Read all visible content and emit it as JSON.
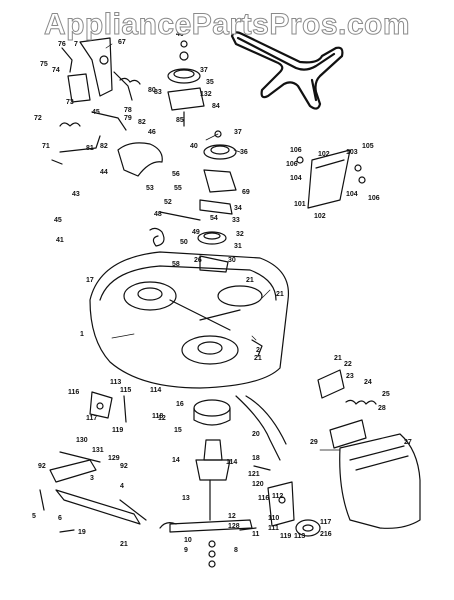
{
  "watermark": "AppliancePartsPros.com",
  "callouts": [
    {
      "id": "c76",
      "t": "76"
    },
    {
      "id": "c7",
      "t": "7"
    },
    {
      "id": "c67",
      "t": "67"
    },
    {
      "id": "c75",
      "t": "75"
    },
    {
      "id": "c74",
      "t": "74"
    },
    {
      "id": "c73",
      "t": "73"
    },
    {
      "id": "c80",
      "t": "80"
    },
    {
      "id": "c78",
      "t": "78"
    },
    {
      "id": "c79",
      "t": "79"
    },
    {
      "id": "c82",
      "t": "82"
    },
    {
      "id": "c72",
      "t": "72"
    },
    {
      "id": "c45a",
      "t": "45"
    },
    {
      "id": "c81",
      "t": "81"
    },
    {
      "id": "c82b",
      "t": "82"
    },
    {
      "id": "c71",
      "t": "71"
    },
    {
      "id": "c46",
      "t": "46"
    },
    {
      "id": "c44",
      "t": "44"
    },
    {
      "id": "c43",
      "t": "43"
    },
    {
      "id": "c45b",
      "t": "45"
    },
    {
      "id": "c41",
      "t": "41"
    },
    {
      "id": "c40a",
      "t": "40"
    },
    {
      "id": "c37a",
      "t": "37"
    },
    {
      "id": "c35",
      "t": "35"
    },
    {
      "id": "c83",
      "t": "83"
    },
    {
      "id": "c132",
      "t": "132"
    },
    {
      "id": "c84",
      "t": "84"
    },
    {
      "id": "c85",
      "t": "85"
    },
    {
      "id": "c37b",
      "t": "37"
    },
    {
      "id": "c40b",
      "t": "40"
    },
    {
      "id": "c36",
      "t": "36"
    },
    {
      "id": "c56",
      "t": "56"
    },
    {
      "id": "c55",
      "t": "55"
    },
    {
      "id": "c69",
      "t": "69"
    },
    {
      "id": "c53",
      "t": "53"
    },
    {
      "id": "c52",
      "t": "52"
    },
    {
      "id": "c34",
      "t": "34"
    },
    {
      "id": "c48",
      "t": "48"
    },
    {
      "id": "c54",
      "t": "54"
    },
    {
      "id": "c33",
      "t": "33"
    },
    {
      "id": "c49",
      "t": "49"
    },
    {
      "id": "c32",
      "t": "32"
    },
    {
      "id": "c50",
      "t": "50"
    },
    {
      "id": "c31",
      "t": "31"
    },
    {
      "id": "c58",
      "t": "58"
    },
    {
      "id": "c26",
      "t": "26"
    },
    {
      "id": "c30",
      "t": "30"
    },
    {
      "id": "c17",
      "t": "17"
    },
    {
      "id": "c21a",
      "t": "21"
    },
    {
      "id": "c21b",
      "t": "21"
    },
    {
      "id": "c1",
      "t": "1"
    },
    {
      "id": "c2",
      "t": "2"
    },
    {
      "id": "c21c",
      "t": "21"
    },
    {
      "id": "c106a",
      "t": "106"
    },
    {
      "id": "c102a",
      "t": "102"
    },
    {
      "id": "c103",
      "t": "103"
    },
    {
      "id": "c105",
      "t": "105"
    },
    {
      "id": "c106b",
      "t": "106"
    },
    {
      "id": "c104a",
      "t": "104"
    },
    {
      "id": "c104b",
      "t": "104"
    },
    {
      "id": "c106c",
      "t": "106"
    },
    {
      "id": "c101",
      "t": "101"
    },
    {
      "id": "c102b",
      "t": "102"
    },
    {
      "id": "c21d",
      "t": "21"
    },
    {
      "id": "c22",
      "t": "22"
    },
    {
      "id": "c23",
      "t": "23"
    },
    {
      "id": "c24",
      "t": "24"
    },
    {
      "id": "c25",
      "t": "25"
    },
    {
      "id": "c28",
      "t": "28"
    },
    {
      "id": "c29",
      "t": "29"
    },
    {
      "id": "c27",
      "t": "27"
    },
    {
      "id": "c116a",
      "t": "116"
    },
    {
      "id": "c113",
      "t": "113"
    },
    {
      "id": "c114a",
      "t": "114"
    },
    {
      "id": "c115",
      "t": "115"
    },
    {
      "id": "c117a",
      "t": "117"
    },
    {
      "id": "c118",
      "t": "118"
    },
    {
      "id": "c119",
      "t": "119"
    },
    {
      "id": "c12",
      "t": "12"
    },
    {
      "id": "c16",
      "t": "16"
    },
    {
      "id": "c20",
      "t": "20"
    },
    {
      "id": "c15",
      "t": "15"
    },
    {
      "id": "c130",
      "t": "130"
    },
    {
      "id": "c131",
      "t": "131"
    },
    {
      "id": "c129",
      "t": "129"
    },
    {
      "id": "c92a",
      "t": "92"
    },
    {
      "id": "c92b",
      "t": "92"
    },
    {
      "id": "c3",
      "t": "3"
    },
    {
      "id": "c14",
      "t": "14"
    },
    {
      "id": "c114b",
      "t": "114"
    },
    {
      "id": "c18",
      "t": "18"
    },
    {
      "id": "c121",
      "t": "121"
    },
    {
      "id": "c120",
      "t": "120"
    },
    {
      "id": "c112",
      "t": "112"
    },
    {
      "id": "c116b",
      "t": "116"
    },
    {
      "id": "c110",
      "t": "110"
    },
    {
      "id": "c111",
      "t": "111"
    },
    {
      "id": "c117b",
      "t": "117"
    },
    {
      "id": "c113b",
      "t": "113"
    },
    {
      "id": "c4",
      "t": "4"
    },
    {
      "id": "c5",
      "t": "5"
    },
    {
      "id": "c6",
      "t": "6"
    },
    {
      "id": "c19",
      "t": "19"
    },
    {
      "id": "c21e",
      "t": "21"
    },
    {
      "id": "c13",
      "t": "13"
    },
    {
      "id": "c12b",
      "t": "12"
    },
    {
      "id": "c128",
      "t": "128"
    },
    {
      "id": "c11",
      "t": "11"
    },
    {
      "id": "c10",
      "t": "10"
    },
    {
      "id": "c9",
      "t": "9"
    },
    {
      "id": "c8",
      "t": "8"
    },
    {
      "id": "c119b",
      "t": "119"
    },
    {
      "id": "c216",
      "t": "216"
    }
  ]
}
